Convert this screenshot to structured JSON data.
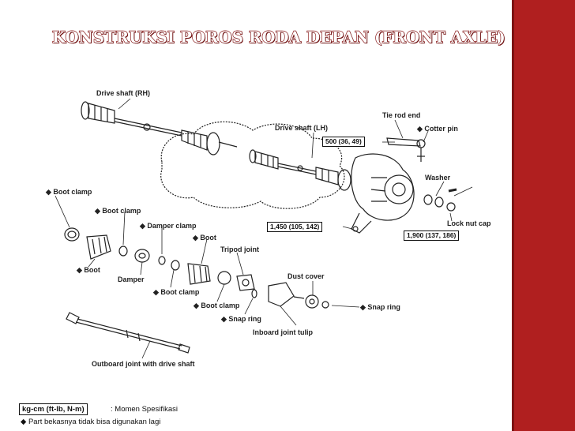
{
  "slide": {
    "title": "KONSTRUKSI POROS RODA DEPAN (FRONT AXLE)",
    "accent_color": "#b01f1f"
  },
  "diagram": {
    "labels": {
      "drive_shaft_rh": "Drive shaft (RH)",
      "drive_shaft_lh": "Drive shaft (LH)",
      "tie_rod_end": "Tie rod end",
      "cotter_pin": "◆ Cotter pin",
      "washer": "Washer",
      "lock_nut_cap": "Lock nut cap",
      "boot_clamp_1": "◆ Boot clamp",
      "boot_clamp_2": "◆ Boot clamp",
      "damper_clamp": "◆ Damper clamp",
      "boot_1": "◆ Boot",
      "boot_2": "◆ Boot",
      "tripod_joint": "Tripod joint",
      "damper": "Damper",
      "boot_clamp_3": "◆ Boot clamp",
      "boot_clamp_4": "◆ Boot clamp",
      "snap_ring_1": "◆ Snap ring",
      "dust_cover": "Dust cover",
      "snap_ring_2": "◆ Snap ring",
      "inboard_joint_tulip": "Inboard joint tulip",
      "outboard_joint": "Outboard joint with drive shaft"
    },
    "torque_specs": {
      "spec_500": "500 (36, 49)",
      "spec_1450": "1,450 (105, 142)",
      "spec_1900": "1,900 (137, 186)"
    },
    "legend": {
      "unit_box": "kg-cm (ft-lb, N-m)",
      "unit_desc": ": Momen Spesifikasi",
      "note": "◆  Part bekasnya tidak bisa digunakan lagi"
    }
  }
}
